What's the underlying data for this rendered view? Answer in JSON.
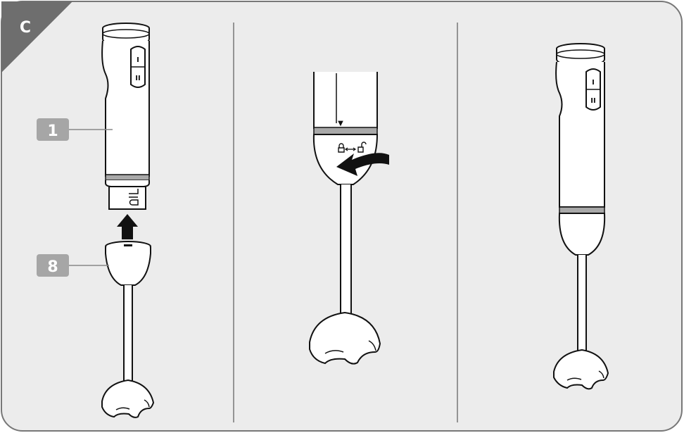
{
  "figure": {
    "step_letter": "C",
    "callouts": [
      {
        "id": "1"
      },
      {
        "id": "8"
      }
    ],
    "speed_buttons": [
      "I",
      "II"
    ],
    "lock_symbols": {
      "locked": "lock",
      "unlocked": "unlock"
    },
    "marker": "▼",
    "colors": {
      "panel_background": "#ececec",
      "panel_border": "#777777",
      "callout_box": "#a6a6a6",
      "step_tab": "#6e6e6e",
      "ring": "#a8a8a8",
      "arrow": "#111111"
    }
  }
}
